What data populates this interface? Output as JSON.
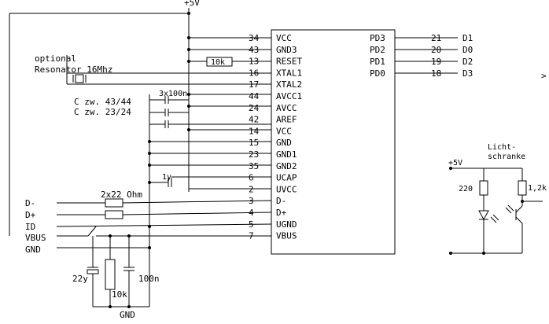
{
  "supply": {
    "top": "+5V",
    "bottom": "GND"
  },
  "chip": {
    "left_pins": [
      {
        "num": "34",
        "name": "VCC"
      },
      {
        "num": "43",
        "name": "GND3"
      },
      {
        "num": "13",
        "name": "RESET"
      },
      {
        "num": "16",
        "name": "XTAL1"
      },
      {
        "num": "17",
        "name": "XTAL2"
      },
      {
        "num": "44",
        "name": "AVCC1"
      },
      {
        "num": "24",
        "name": "AVCC"
      },
      {
        "num": "42",
        "name": "AREF"
      },
      {
        "num": "14",
        "name": "VCC"
      },
      {
        "num": "15",
        "name": "GND"
      },
      {
        "num": "23",
        "name": "GND1"
      },
      {
        "num": "35",
        "name": "GND2"
      },
      {
        "num": "6",
        "name": "UCAP"
      },
      {
        "num": "2",
        "name": "UVCC"
      },
      {
        "num": "3",
        "name": "D-"
      },
      {
        "num": "4",
        "name": "D+"
      },
      {
        "num": "5",
        "name": "UGND"
      },
      {
        "num": "7",
        "name": "VBUS"
      }
    ],
    "right_pins": [
      {
        "name": "PD3",
        "num": "21",
        "net": "D1"
      },
      {
        "name": "PD2",
        "num": "20",
        "net": "D0"
      },
      {
        "name": "PD1",
        "num": "19",
        "net": "D2"
      },
      {
        "name": "PD0",
        "num": "18",
        "net": "D3"
      }
    ]
  },
  "labels": {
    "optional_1": "optional",
    "optional_2": "Resonator 16Mhz",
    "c_note_1": "C zw. 43/44",
    "c_note_2": "C zw. 23/24",
    "caps_3x": "3x100n",
    "reset_res": "10k",
    "ucap": "1y",
    "usb_res": "2x22 Ohm",
    "cap_22": "22y",
    "res_10k": "10k",
    "cap_100n": "100n",
    "arrow": ">"
  },
  "usb": {
    "lines": [
      "D-",
      "D+",
      "ID",
      "VBUS",
      "GND"
    ]
  },
  "sensor": {
    "title_1": "Licht-",
    "title_2": "schranke",
    "supply": "+5V",
    "r1": "220",
    "r2": "1,2k"
  }
}
